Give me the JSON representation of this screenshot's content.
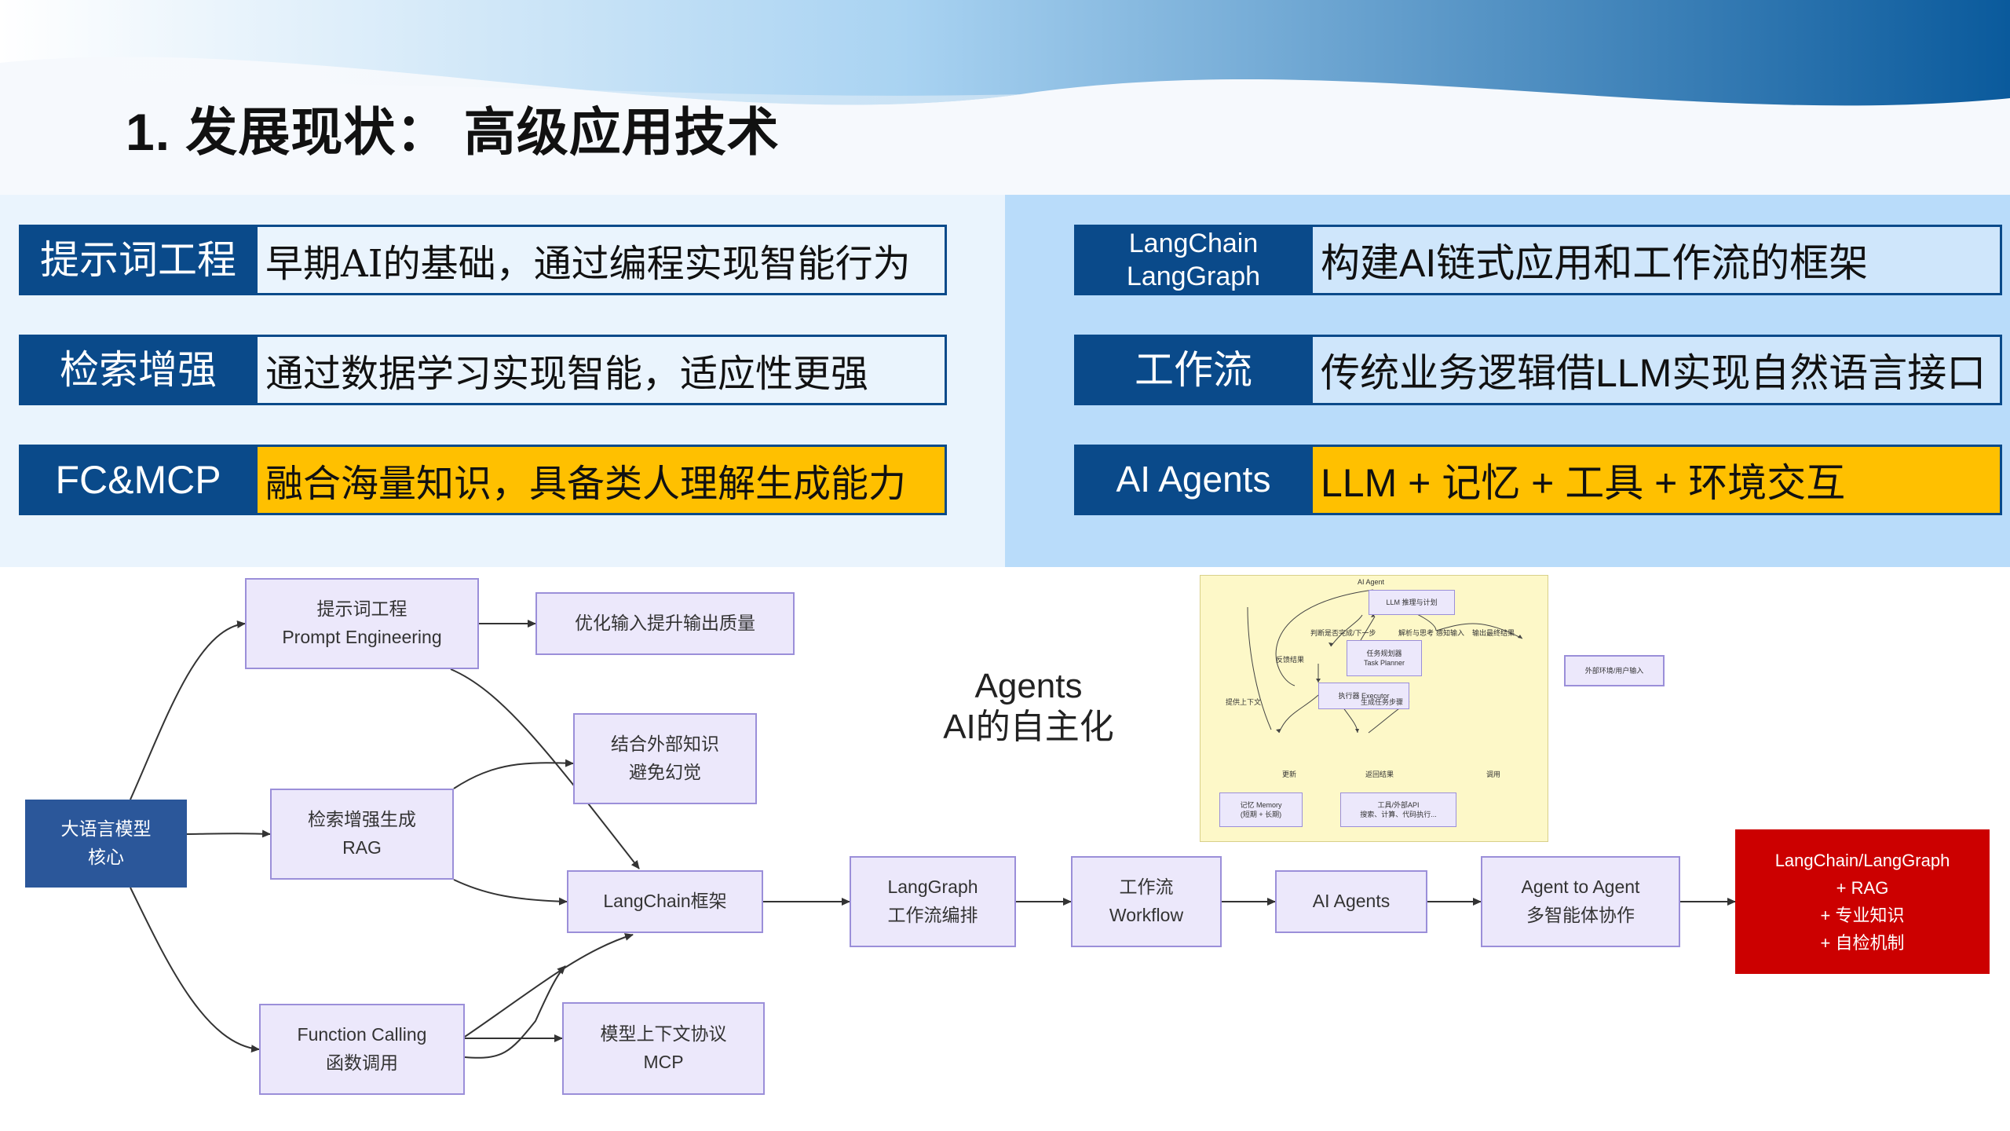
{
  "title": "1. 发展现状：  高级应用技术",
  "left_rows": [
    {
      "key": "提示词工程",
      "value": "早期AI的基础，通过编程实现智能行为"
    },
    {
      "key": "检索增强",
      "value": "通过数据学习实现智能，适应性更强"
    },
    {
      "key": "FC&MCP",
      "value": "融合海量知识，具备类人理解生成能力"
    }
  ],
  "right_rows": [
    {
      "key_line1": "LangChain",
      "key_line2": "LangGraph",
      "value": "构建AI链式应用和工作流的框架"
    },
    {
      "key": "工作流",
      "value": "传统业务逻辑借LLM实现自然语言接口"
    },
    {
      "key": "AI Agents",
      "value": "LLM + 记忆 + 工具 + 环境交互"
    }
  ],
  "flow": {
    "core": {
      "l1": "大语言模型",
      "l2": "核心"
    },
    "prompt": {
      "l1": "提示词工程",
      "l2": "Prompt Engineering"
    },
    "optimize": {
      "l1": "优化输入提升输出质量"
    },
    "rag": {
      "l1": "检索增强生成",
      "l2": "RAG"
    },
    "external": {
      "l1": "结合外部知识",
      "l2": "避免幻觉"
    },
    "langchain": {
      "l1": "LangChain框架"
    },
    "fc": {
      "l1": "Function Calling",
      "l2": "函数调用"
    },
    "mcp": {
      "l1": "模型上下文协议",
      "l2": "MCP"
    },
    "langgraph": {
      "l1": "LangGraph",
      "l2": "工作流编排"
    },
    "workflow": {
      "l1": "工作流",
      "l2": "Workflow"
    },
    "agents": {
      "l1": "AI Agents"
    },
    "a2a": {
      "l1": "Agent to Agent",
      "l2": "多智能体协作"
    },
    "final": {
      "l1": "LangChain/LangGraph",
      "l2": "+ RAG",
      "l3": "+ 专业知识",
      "l4": "+ 自检机制"
    }
  },
  "agents_label": {
    "l1": "Agents",
    "l2": "AI的自主化"
  },
  "agent_diagram": {
    "title": "AI Agent",
    "llm": "LLM 推理与计划",
    "planner_l1": "任务规划器",
    "planner_l2": "Task Planner",
    "executor": "执行器 Executor",
    "memory_l1": "记忆 Memory",
    "memory_l2": "(短期 + 长期)",
    "tools_l1": "工具/外部API",
    "tools_l2": "搜索、计算、代码执行...",
    "env": "外部环境/用户输入",
    "e_judge": "判断是否完成/下一步",
    "e_parse": "解析与思考",
    "e_perceive": "感知输入",
    "e_output": "输出最终结果",
    "e_feedback": "反馈结果",
    "e_context": "提供上下文",
    "e_steps": "生成任务步骤",
    "e_update": "更新",
    "e_return": "返回结果",
    "e_call": "调用"
  }
}
